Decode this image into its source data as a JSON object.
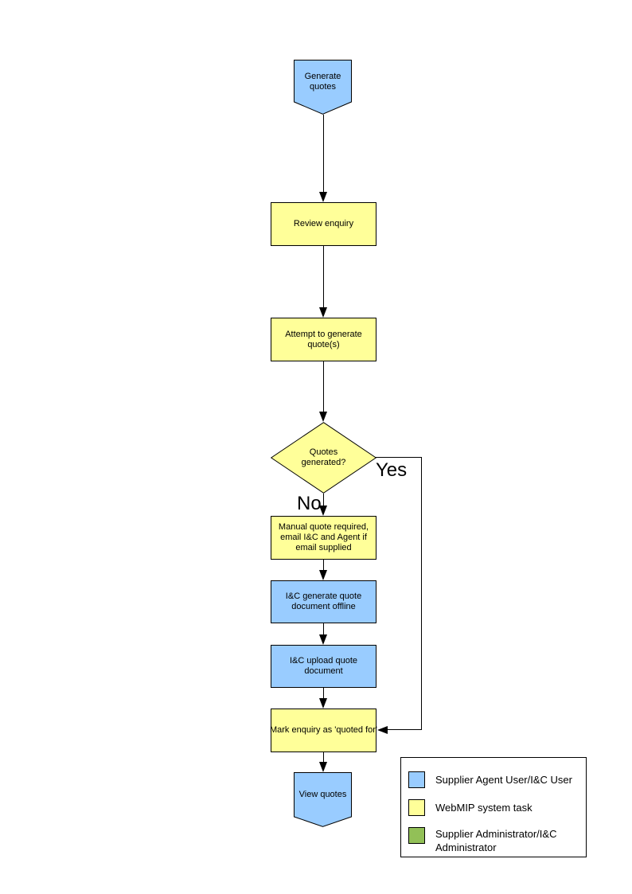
{
  "colors": {
    "node_blue": "#99CCFF",
    "node_yellow": "#FFFF99",
    "legend_green": "#92C057",
    "line": "#000000",
    "background": "#FFFFFF"
  },
  "flowchart": {
    "nodes": [
      {
        "id": "generate-quotes",
        "type": "terminator-pentagon",
        "fill": "#99CCFF",
        "label": "Generate quotes"
      },
      {
        "id": "review-enquiry",
        "type": "process",
        "fill": "#FFFF99",
        "label": "Review enquiry"
      },
      {
        "id": "attempt-generate",
        "type": "process",
        "fill": "#FFFF99",
        "label": "Attempt to generate quote(s)"
      },
      {
        "id": "quotes-generated",
        "type": "decision-diamond",
        "fill": "#FFFF99",
        "label": "Quotes generated?"
      },
      {
        "id": "manual-quote",
        "type": "process",
        "fill": "#FFFF99",
        "label": "Manual quote required, email I&C and Agent if email supplied"
      },
      {
        "id": "ic-generate-offline",
        "type": "process",
        "fill": "#99CCFF",
        "label": "I&C generate quote document offline"
      },
      {
        "id": "ic-upload",
        "type": "process",
        "fill": "#99CCFF",
        "label": "I&C upload quote document"
      },
      {
        "id": "mark-enquiry",
        "type": "process",
        "fill": "#FFFF99",
        "label": "Mark enquiry as 'quoted for'"
      },
      {
        "id": "view-quotes",
        "type": "terminator-pentagon",
        "fill": "#99CCFF",
        "label": "View quotes"
      }
    ],
    "edges": [
      {
        "from": "generate-quotes",
        "to": "review-enquiry"
      },
      {
        "from": "review-enquiry",
        "to": "attempt-generate"
      },
      {
        "from": "attempt-generate",
        "to": "quotes-generated"
      },
      {
        "from": "quotes-generated",
        "to": "manual-quote",
        "label": "No"
      },
      {
        "from": "manual-quote",
        "to": "ic-generate-offline"
      },
      {
        "from": "ic-generate-offline",
        "to": "ic-upload"
      },
      {
        "from": "ic-upload",
        "to": "mark-enquiry"
      },
      {
        "from": "quotes-generated",
        "to": "mark-enquiry",
        "label": "Yes"
      },
      {
        "from": "mark-enquiry",
        "to": "view-quotes"
      }
    ]
  },
  "legend": {
    "items": [
      {
        "swatch_color": "#99CCFF",
        "label": "Supplier Agent User/I&C User"
      },
      {
        "swatch_color": "#FFFF99",
        "label": "WebMIP system task"
      },
      {
        "swatch_color": "#92C057",
        "label": "Supplier Administrator/I&C Administrator"
      }
    ]
  }
}
